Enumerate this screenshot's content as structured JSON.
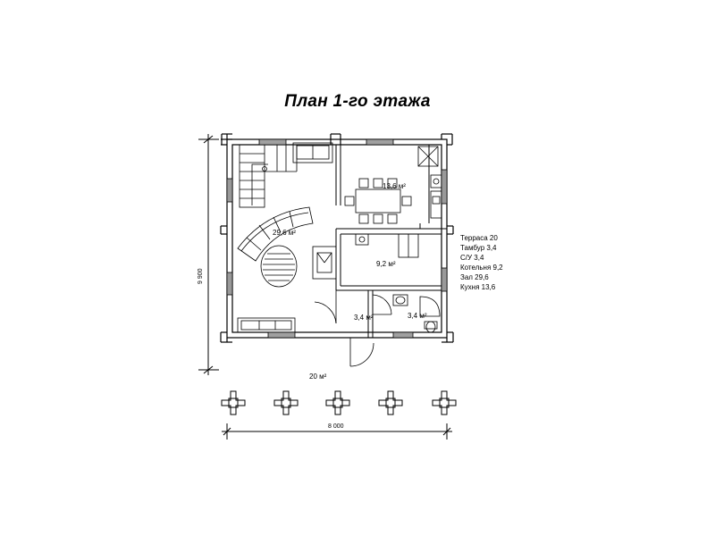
{
  "title": "План 1-го этажа",
  "rooms": [
    {
      "id": "kitchen",
      "area": "13,6 м²"
    },
    {
      "id": "hall",
      "area": "29,6 м²"
    },
    {
      "id": "boiler",
      "area": "9,2 м²"
    },
    {
      "id": "vestibule",
      "area": "3,4 м²"
    },
    {
      "id": "bathroom",
      "area": "3,4 м²"
    },
    {
      "id": "terrace",
      "area": "20 м²"
    }
  ],
  "dimensions": {
    "height": "9 900",
    "width": "8 000"
  },
  "legend": [
    "Терраса 20",
    "Тамбур 3,4",
    "С/У 3,4",
    "Котельня 9,2",
    "Зал 29,6",
    "Кухня 13,6"
  ]
}
